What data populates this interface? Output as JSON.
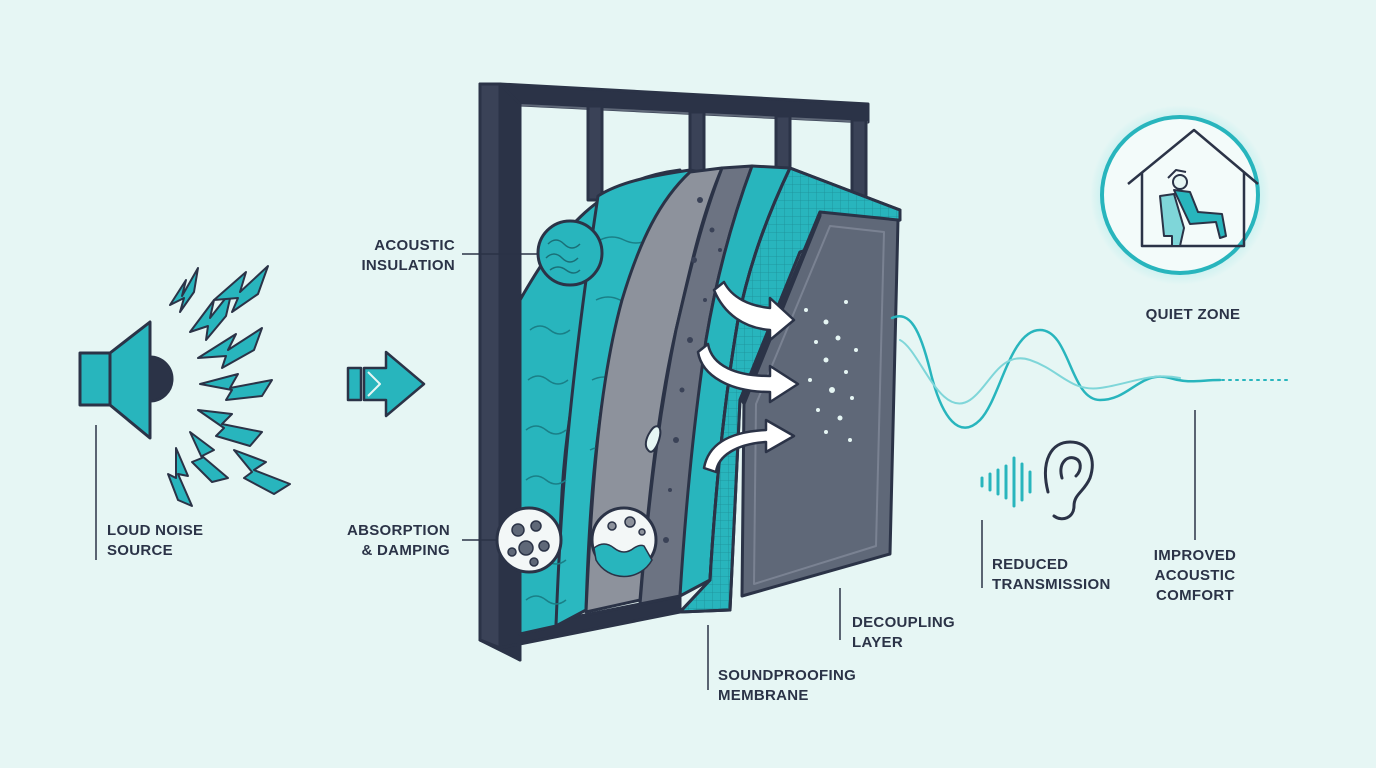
{
  "colors": {
    "background": "#e6f6f4",
    "teal": "#28b5bd",
    "teal_light": "#7fd6d9",
    "navy": "#2b3347",
    "panel_gray": "#5f6878",
    "membrane_gray": "#8d929c"
  },
  "icons": [
    "speaker-icon",
    "lightning-bolt-icon",
    "arrow-right-icon",
    "ear-icon",
    "sound-wave-icon",
    "house-icon",
    "person-relaxing-icon",
    "armchair-icon"
  ],
  "labels": {
    "loud_noise_source": [
      "LOUD NOISE",
      "SOURCE"
    ],
    "acoustic_insulation": [
      "ACOUSTIC",
      "INSULATION"
    ],
    "absorption_damping": [
      "ABSORPTION",
      "& DAMPING"
    ],
    "soundproofing_membrane": [
      "SOUNDPROOFING",
      "MEMBRANE"
    ],
    "decoupling_layer": [
      "DECOUPLING",
      "LAYER"
    ],
    "reduced_transmission": [
      "REDUCED",
      "TRANSMISSION"
    ],
    "improved_acoustic_comfort": [
      "IMPROVED",
      "ACOUSTIC",
      "COMFORT"
    ],
    "quiet_zone": "QUIET ZONE"
  }
}
